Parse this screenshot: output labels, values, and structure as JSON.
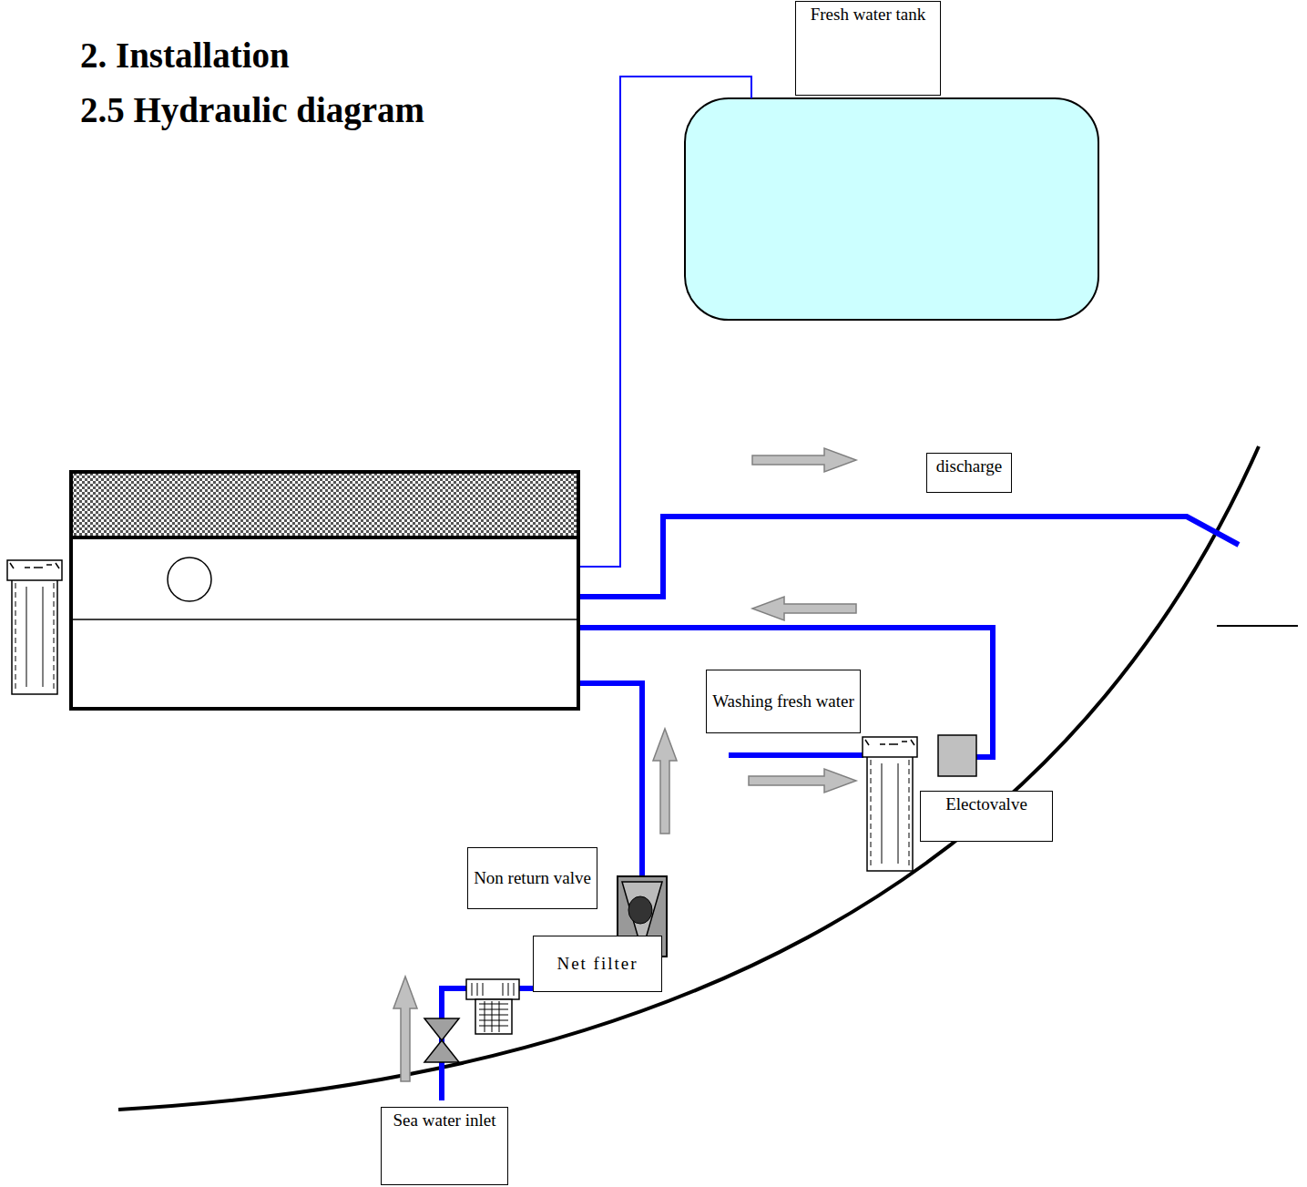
{
  "diagram": {
    "title": "2. Installation",
    "nodes": [
      {
        "text": [
          "Fresh water tank"
        ]
      },
      {
        "text": [
          "discharge"
        ]
      },
      {
        "text": [
          "Washing fresh water"
        ]
      },
      {
        "text": [
          "Electovalve"
        ]
      },
      {
        "text": [
          "Non return valve"
        ]
      },
      {
        "text": [
          "Net filter"
        ]
      },
      {
        "text": [
          "Sea water inlet"
        ]
      }
    ],
    "labels": [
      "2.5 Hydraulic diagram"
    ]
  }
}
